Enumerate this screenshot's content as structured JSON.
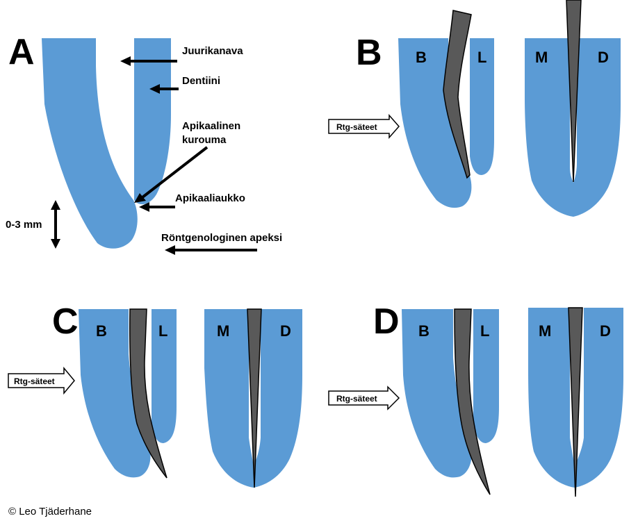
{
  "panels": {
    "a": {
      "letter": "A"
    },
    "b": {
      "letter": "B",
      "left_root_labels": [
        "B",
        "L"
      ],
      "right_root_labels": [
        "M",
        "D"
      ]
    },
    "c": {
      "letter": "C",
      "left_root_labels": [
        "B",
        "L"
      ],
      "right_root_labels": [
        "M",
        "D"
      ]
    },
    "d": {
      "letter": "D",
      "left_root_labels": [
        "B",
        "L"
      ],
      "right_root_labels": [
        "M",
        "D"
      ]
    }
  },
  "labels": {
    "canal": "Juurikanava",
    "dentin": "Dentiini",
    "constriction_line1": "Apikaalinen",
    "constriction_line2": "kurouma",
    "foramen": "Apikaaliaukko",
    "radiographic_apex": "Röntgenologinen apeksi",
    "distance": "0-3 mm"
  },
  "xray_label": "Rtg-säteet",
  "copyright": "© Leo Tjäderhane",
  "colors": {
    "root": "#5b9bd5",
    "file": "#595959",
    "outline": "#000000"
  }
}
